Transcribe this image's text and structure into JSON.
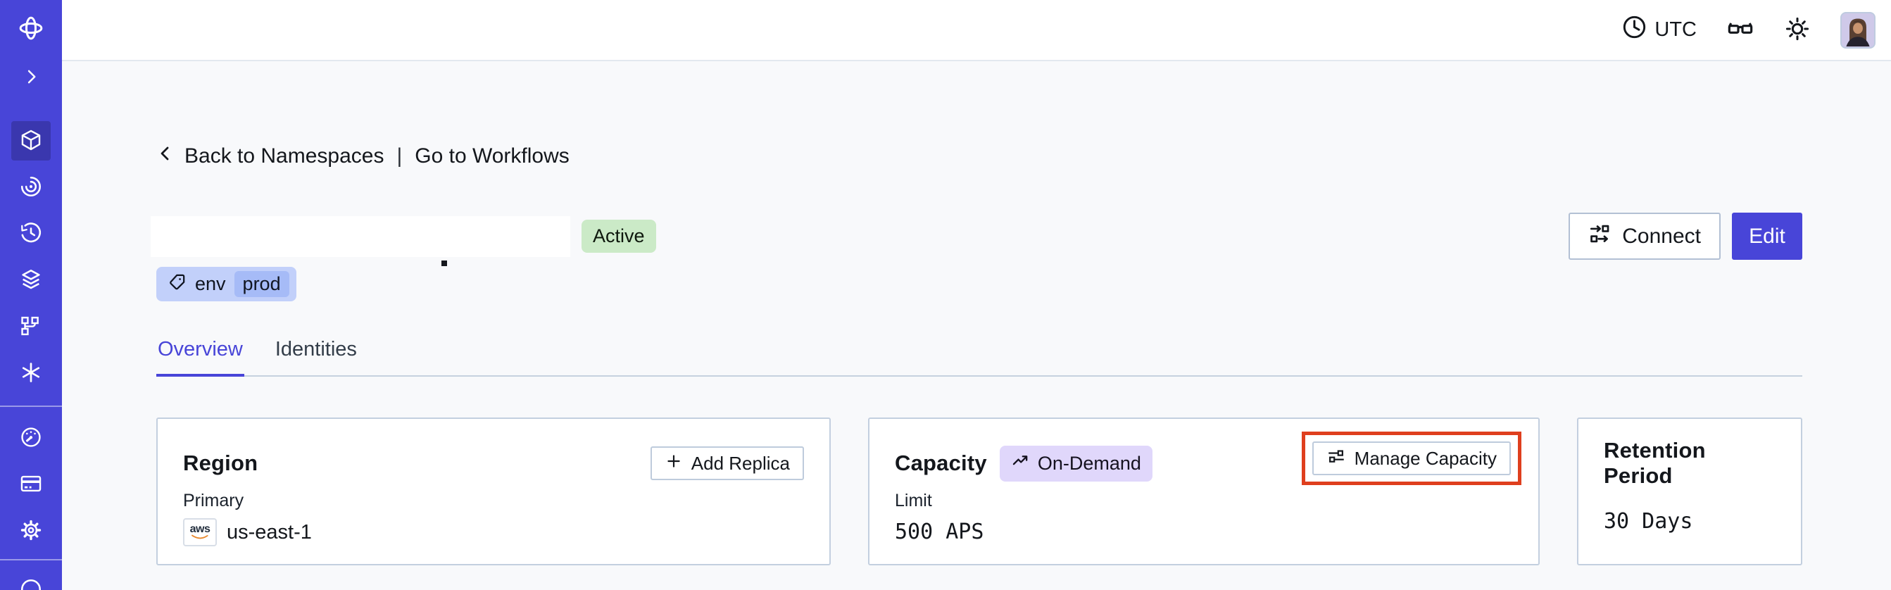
{
  "colors": {
    "accent": "#4845D8",
    "sidebar_active_bg": "#3A37AE",
    "annotation_highlight": "#DF3F1E",
    "status_active_bg": "#CBEAC7",
    "on_demand_badge_bg": "#E0D7FB",
    "tag_bg": "#C2D0FA",
    "tag_chip_bg": "#A6BBF7",
    "aws_smile": "#E8882D"
  },
  "sidebar": {
    "items": [
      {
        "icon": "temporal-logo"
      },
      {
        "icon": "expand-chevron"
      },
      {
        "icon": "namespaces-cube",
        "active": true
      },
      {
        "icon": "nexus-spiral"
      },
      {
        "icon": "schedules-clock"
      },
      {
        "icon": "stack-layers"
      },
      {
        "icon": "deployments-branch"
      },
      {
        "icon": "batch-asterisk"
      },
      {
        "icon": "usage-gauge"
      },
      {
        "icon": "billing-card"
      },
      {
        "icon": "settings-gear"
      },
      {
        "icon": "account-circle-partial"
      }
    ]
  },
  "header": {
    "timezone": "UTC"
  },
  "breadcrumb": {
    "back_label": "Back to Namespaces",
    "separator": "|",
    "workflows_label": "Go to Workflows"
  },
  "namespace": {
    "status": "Active",
    "tag_key": "env",
    "tag_value": "prod",
    "connect_label": "Connect",
    "edit_label": "Edit"
  },
  "tabs": [
    {
      "label": "Overview",
      "active": true
    },
    {
      "label": "Identities",
      "active": false
    }
  ],
  "cards": {
    "region": {
      "title": "Region",
      "action_label": "Add Replica",
      "field_label": "Primary",
      "provider": "aws",
      "value": "us-east-1"
    },
    "capacity": {
      "title": "Capacity",
      "badge": "On-Demand",
      "action_label": "Manage Capacity",
      "field_label": "Limit",
      "value": "500 APS",
      "annotated": true
    },
    "retention": {
      "title": "Retention Period",
      "value": "30 Days"
    }
  }
}
